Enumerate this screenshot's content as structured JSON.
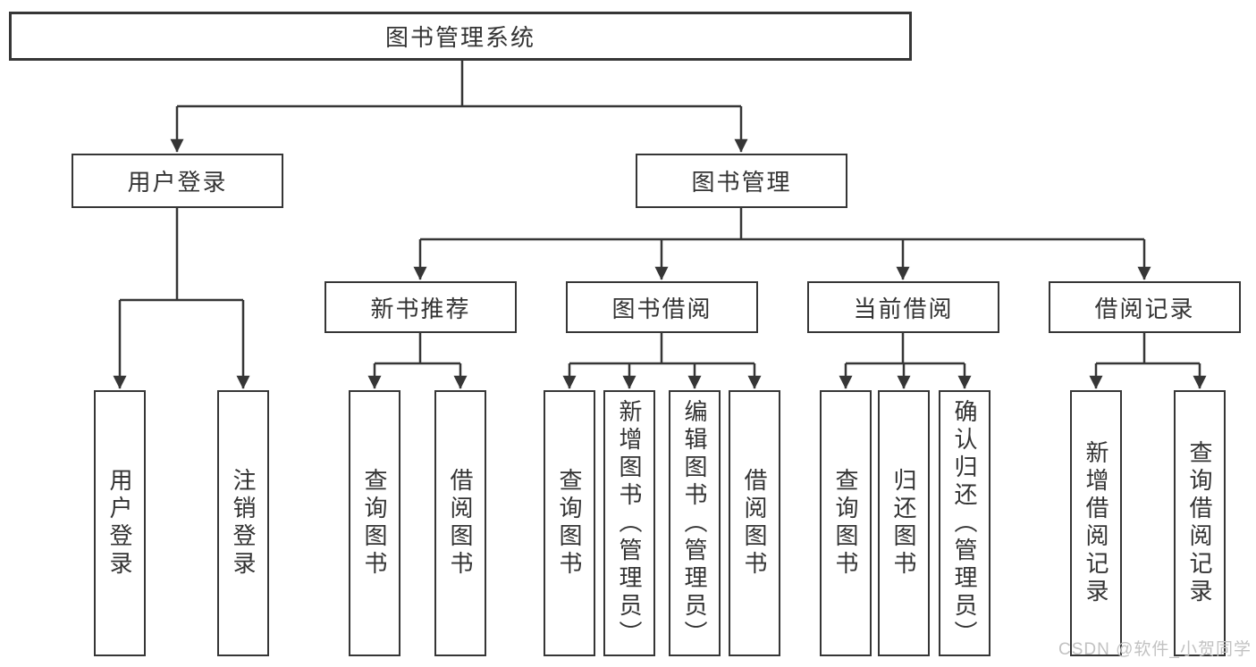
{
  "tree": {
    "root": "图书管理系统",
    "level2": [
      {
        "label": "用户登录",
        "leaves": [
          "用户登录",
          "注销登录"
        ]
      },
      {
        "label": "图书管理",
        "groups": [
          {
            "label": "新书推荐",
            "leaves": [
              "查询图书",
              "借阅图书"
            ]
          },
          {
            "label": "图书借阅",
            "leaves": [
              "查询图书",
              "新增图书（管理员）",
              "编辑图书（管理员）",
              "借阅图书"
            ]
          },
          {
            "label": "当前借阅",
            "leaves": [
              "查询图书",
              "归还图书",
              "确认归还（管理员）"
            ]
          },
          {
            "label": "借阅记录",
            "leaves": [
              "新增借阅记录",
              "查询借阅记录"
            ]
          }
        ]
      }
    ]
  },
  "watermark": "CSDN @软件_小贺同学",
  "colors": {
    "line": "#363636",
    "text": "#333333",
    "background": "#ffffff",
    "watermark": "#c2c2c2"
  }
}
